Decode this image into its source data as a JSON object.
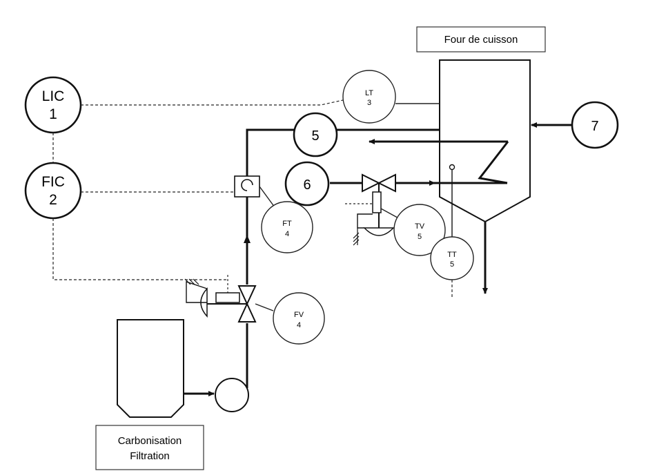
{
  "equipment": {
    "oven_label": "Four de cuisson",
    "source_label_line1": "Carbonisation",
    "source_label_line2": "Filtration"
  },
  "controllers": {
    "lic": {
      "tag": "LIC",
      "number": "1"
    },
    "fic": {
      "tag": "FIC",
      "number": "2"
    }
  },
  "instruments": {
    "lt": {
      "tag": "LT",
      "number": "3"
    },
    "ft": {
      "tag": "FT",
      "number": "4"
    },
    "fv": {
      "tag": "FV",
      "number": "4"
    },
    "tv": {
      "tag": "TV",
      "number": "5"
    },
    "tt": {
      "tag": "TT",
      "number": "5"
    }
  },
  "streams": {
    "s5": "5",
    "s6": "6",
    "s7": "7"
  }
}
